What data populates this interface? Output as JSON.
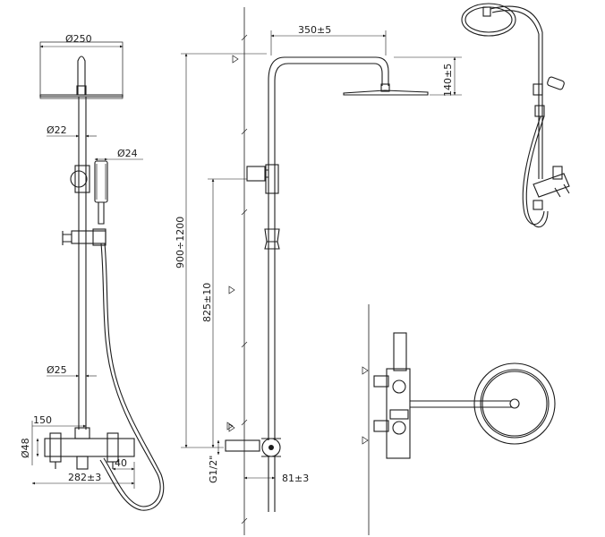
{
  "front_view": {
    "head_diameter": "Ø250",
    "arm_diameter": "Ø22",
    "handshower_diameter": "Ø24",
    "column_diameter": "Ø25",
    "body_diameter": "Ø48",
    "offset_150": "150",
    "offset_40": "40",
    "body_width": "282±3"
  },
  "side_view": {
    "arm_length": "350±5",
    "head_drop": "140±5",
    "total_height": "900÷1200",
    "mount_height": "825±10",
    "inlet_thread": "G1/2\"",
    "wall_offset": "81±3"
  }
}
